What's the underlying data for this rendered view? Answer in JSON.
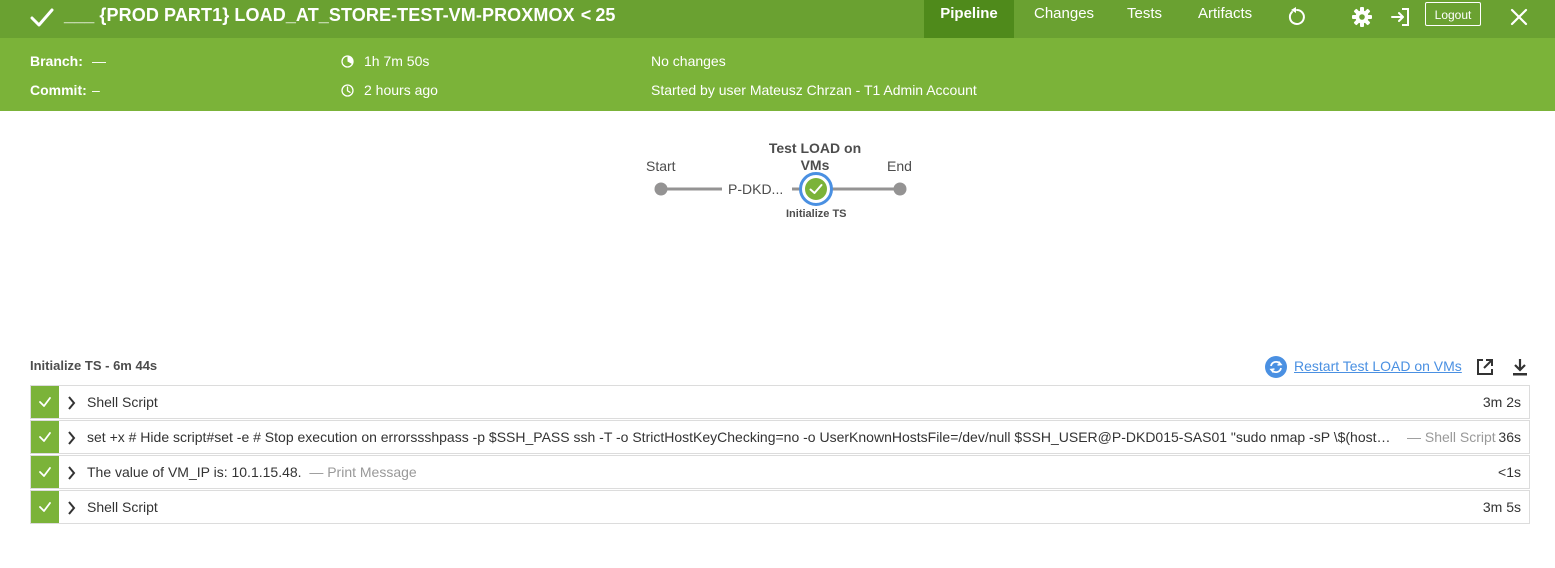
{
  "header": {
    "title": "___ {PROD PART1} LOAD_AT_STORE-TEST-VM-PROXMOX",
    "chevron": "<",
    "run_number": "25",
    "status_icon": "checkmark-icon",
    "tabs": [
      {
        "label": "Pipeline",
        "active": true
      },
      {
        "label": "Changes",
        "active": false
      },
      {
        "label": "Tests",
        "active": false
      },
      {
        "label": "Artifacts",
        "active": false
      }
    ],
    "logout_label": "Logout",
    "colors": {
      "topbar": "#6aa131",
      "active_tab": "#4f8a1b",
      "infobar": "#7bb339"
    }
  },
  "info": {
    "branch_label": "Branch:",
    "branch_value": "—",
    "commit_label": "Commit:",
    "commit_value": "–",
    "duration": "1h 7m 50s",
    "time_ago": "2 hours ago",
    "changes": "No changes",
    "started_by": "Started by user Mateusz Chrzan - T1 Admin Account"
  },
  "graph": {
    "start_label": "Start",
    "end_label": "End",
    "parallel_label": "P-DKD...",
    "stage_name": "Test LOAD on VMs",
    "sub_stage": "Initialize TS",
    "accent": "#4a90e2",
    "success": "#7bb339"
  },
  "steps_panel": {
    "title": "Initialize TS - 6m 44s",
    "restart_label": "Restart Test LOAD on VMs",
    "steps": [
      {
        "text": "Shell Script",
        "type": "",
        "duration": "3m 2s"
      },
      {
        "text": "set +x # Hide script#set -e # Stop execution on errorssshpass -p $SSH_PASS ssh -T -o StrictHostKeyChecking=no -o UserKnownHostsFile=/dev/null $SSH_USER@P-DKD015-SAS01 \"sudo nmap -sP \\$(hostname ...",
        "type": "— Shell Script",
        "duration": "36s"
      },
      {
        "text": "The value of VM_IP is: 10.1.15.48.",
        "type": "— Print Message",
        "duration": "<1s"
      },
      {
        "text": "Shell Script",
        "type": "",
        "duration": "3m 5s"
      }
    ]
  }
}
